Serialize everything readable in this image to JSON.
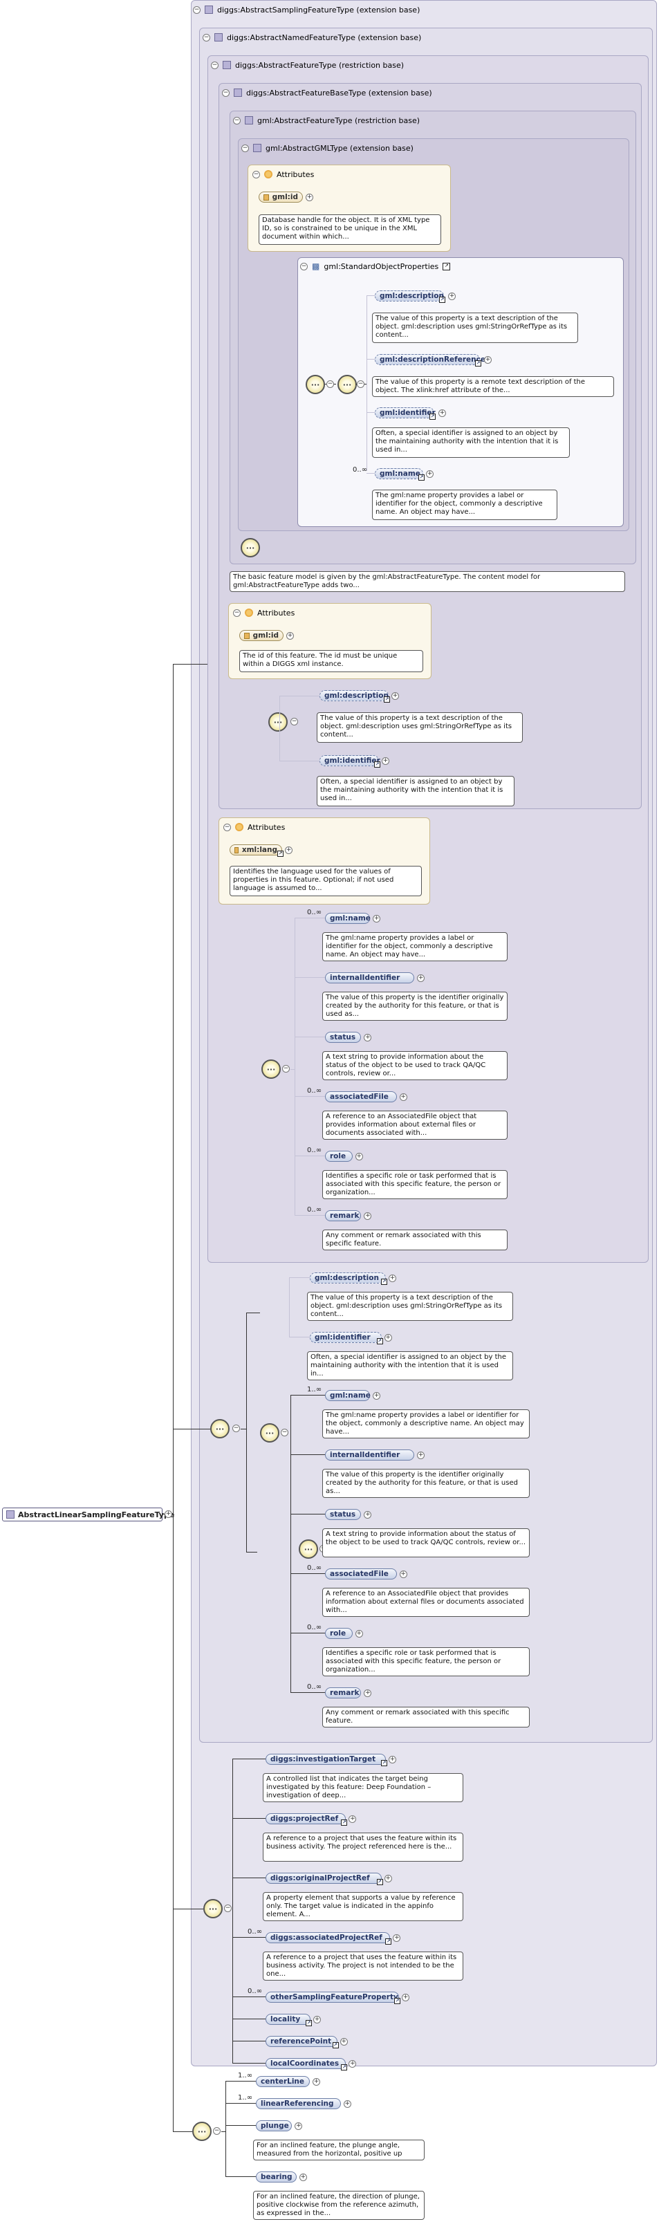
{
  "root": {
    "name": "AbstractLinearSamplingFeatureType"
  },
  "boxes": {
    "b1": "diggs:AbstractSamplingFeatureType (extension base)",
    "b2": "diggs:AbstractNamedFeatureType (extension base)",
    "b3": "diggs:AbstractFeatureType (restriction base)",
    "b4": "diggs:AbstractFeatureBaseType (extension base)",
    "b5": "gml:AbstractFeatureType (restriction base)",
    "b6": "gml:AbstractGMLType (extension base)"
  },
  "attributes_label": "Attributes",
  "gml_attr": {
    "id_label": "gml:id",
    "id_doc": "Database handle for the object. It is of XML type ID, so is constrained to be unique in the XML document within which..."
  },
  "std_props": {
    "group_label": "gml:StandardObjectProperties",
    "description": "gml:description",
    "description_doc": "The value of this property is a text description of the object. gml:description uses gml:StringOrRefType as its content...",
    "descriptionReference": "gml:descriptionReference",
    "descriptionReference_doc": "The value of this property is a remote text description of the object. The xlink:href attribute of the...",
    "identifier": "gml:identifier",
    "identifier_doc": "Often, a special identifier is assigned to an object by the maintaining authority with the intention that it is used in...",
    "name": "gml:name",
    "name_doc": "The gml:name property provides a label or identifier for the object, commonly a descriptive name. An object may have...",
    "name_mult": "0..∞"
  },
  "feature_doc": "The basic feature model is given by the gml:AbstractFeatureType. The content model for gml:AbstractFeatureType adds two...",
  "featbase": {
    "id_label": "gml:id",
    "id_doc": "The id of this feature. The id must be unique within a DIGGS xml instance.",
    "description": "gml:description",
    "description_doc": "The value of this property is a text description of the object. gml:description uses gml:StringOrRefType as its content...",
    "identifier": "gml:identifier",
    "identifier_doc": "Often, a special identifier is assigned to an object by the maintaining authority with the intention that it is used in..."
  },
  "named1": {
    "lang_label": "xml:lang",
    "lang_doc": "Identifies the language used for the values of properties in this feature. Optional; if not used language is assumed to...",
    "items": [
      {
        "mult": "0..∞",
        "label": "gml:name",
        "doc": "The gml:name property provides a label or identifier for the object, commonly a descriptive name. An object may have..."
      },
      {
        "mult": "",
        "label": "internalIdentifier",
        "doc": "The value of this property is the identifier originally created by the authority for this feature, or that is used as..."
      },
      {
        "mult": "",
        "label": "status",
        "doc": "A text string to provide information about the status of the object to be used to track QA/QC controls, review or..."
      },
      {
        "mult": "0..∞",
        "label": "associatedFile",
        "doc": "A reference to an AssociatedFile object that provides information about external files or documents associated with..."
      },
      {
        "mult": "0..∞",
        "label": "role",
        "doc": "Identifies a specific role or task performed that is associated with this specific feature, the person or organization..."
      },
      {
        "mult": "0..∞",
        "label": "remark",
        "doc": "Any comment or remark associated with this specific feature."
      }
    ]
  },
  "named2": {
    "top": [
      {
        "label": "gml:description",
        "doc": "The value of this property is a text description of the object. gml:description uses gml:StringOrRefType as its content..."
      },
      {
        "label": "gml:identifier",
        "doc": "Often, a special identifier is assigned to an object by the maintaining authority with the intention that it is used in..."
      }
    ],
    "items": [
      {
        "mult": "1..∞",
        "label": "gml:name",
        "doc": "The gml:name property provides a label or identifier for the object, commonly a descriptive name. An object may have..."
      },
      {
        "mult": "",
        "label": "internalIdentifier",
        "doc": "The value of this property is the identifier originally created by the authority for this feature, or that is used as..."
      },
      {
        "mult": "",
        "label": "status",
        "doc": "A text string to provide information about the status of the object to be used to track QA/QC controls, review or..."
      },
      {
        "mult": "0..∞",
        "label": "associatedFile",
        "doc": "A reference to an AssociatedFile object that provides information about external files or documents associated with..."
      },
      {
        "mult": "0..∞",
        "label": "role",
        "doc": "Identifies a specific role or task performed that is associated with this specific feature, the person or organization..."
      },
      {
        "mult": "0..∞",
        "label": "remark",
        "doc": "Any comment or remark associated with this specific feature."
      }
    ]
  },
  "sampling": {
    "items": [
      {
        "mult": "",
        "label": "diggs:investigationTarget",
        "doc": "A controlled list that indicates the target being investigated by this feature: Deep Foundation – investigation of deep..."
      },
      {
        "mult": "",
        "label": "diggs:projectRef",
        "doc": "A reference to a project that uses the feature within its business activity. The project referenced here is the..."
      },
      {
        "mult": "",
        "label": "diggs:originalProjectRef",
        "doc": "A property element that supports a value by reference only. The target value is indicated in the appinfo element. A..."
      },
      {
        "mult": "0..∞",
        "label": "diggs:associatedProjectRef",
        "doc": "A reference to a project that uses the feature within its business activity. The project is not intended to be the one..."
      },
      {
        "mult": "0..∞",
        "label": "otherSamplingFeatureProperty",
        "doc": ""
      },
      {
        "mult": "",
        "label": "locality",
        "doc": ""
      },
      {
        "mult": "",
        "label": "referencePoint",
        "doc": ""
      },
      {
        "mult": "",
        "label": "localCoordinates",
        "doc": ""
      }
    ]
  },
  "linear": {
    "items": [
      {
        "mult": "1..∞",
        "label": "centerLine",
        "doc": ""
      },
      {
        "mult": "1..∞",
        "label": "linearReferencing",
        "doc": ""
      },
      {
        "mult": "",
        "label": "plunge",
        "doc": "For an inclined feature, the plunge angle, measured from the horizontal, positive up"
      },
      {
        "mult": "",
        "label": "bearing",
        "doc": "For an inclined feature, the direction of plunge, positive clockwise from the reference azimuth, as expressed in the..."
      }
    ]
  }
}
